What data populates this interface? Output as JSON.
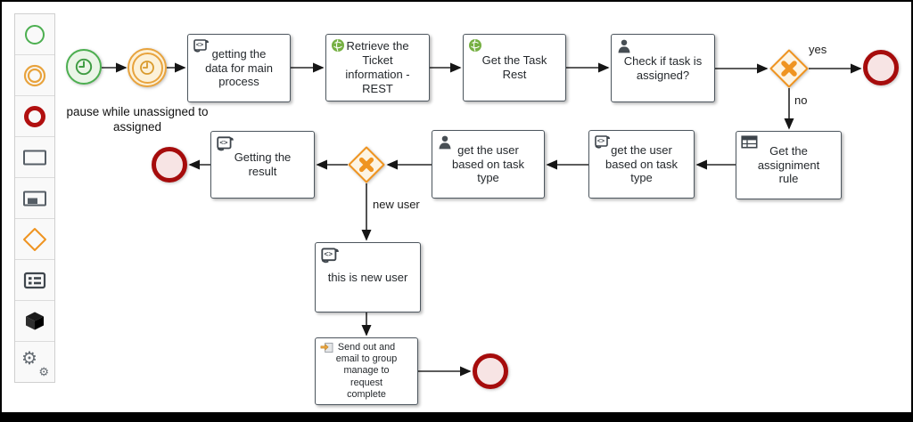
{
  "app": {
    "type": "bpmn-process-designer"
  },
  "palette": {
    "items": [
      {
        "icon": "start-event-icon"
      },
      {
        "icon": "intermediate-event-icon"
      },
      {
        "icon": "end-event-icon"
      },
      {
        "icon": "task-icon"
      },
      {
        "icon": "subprocess-icon"
      },
      {
        "icon": "gateway-icon"
      },
      {
        "icon": "form-grid-icon"
      },
      {
        "icon": "cube-icon"
      },
      {
        "icon": "gears-icon"
      }
    ]
  },
  "diagram": {
    "annotation": "pause while unassigned to assigned",
    "tasks": [
      {
        "label": "getting the data for main process",
        "icon": "script-icon"
      },
      {
        "label": "Retrieve the Ticket information -REST",
        "icon": "rest-icon"
      },
      {
        "label": "Get the Task Rest",
        "icon": "rest-icon"
      },
      {
        "label": "Check if task is assigned?",
        "icon": "user-icon"
      },
      {
        "label": "Get the assigniment rule",
        "icon": "business-rule-icon"
      },
      {
        "label": "get the user based on task type",
        "icon": "script-icon"
      },
      {
        "label": "get the user based on task type",
        "icon": "user-icon"
      },
      {
        "label": "Getting the result",
        "icon": "script-icon"
      },
      {
        "label": "this is new user",
        "icon": "script-icon"
      },
      {
        "label": "Send out and email to group manage to request complete",
        "icon": "send-icon"
      }
    ],
    "events": [
      {
        "type": "start-timer",
        "color": "#4caf50"
      },
      {
        "type": "intermediate-timer",
        "color": "#e8a33d"
      },
      {
        "type": "end",
        "color": "#a60c0c"
      },
      {
        "type": "end",
        "color": "#a60c0c"
      },
      {
        "type": "end",
        "color": "#a60c0c"
      }
    ],
    "gateways": [
      {
        "type": "exclusive-x",
        "color": "#ef9421"
      },
      {
        "type": "exclusive-x",
        "color": "#ef9421"
      }
    ],
    "edge_labels": {
      "yes": "yes",
      "no": "no",
      "new_user": "new user"
    },
    "colors": {
      "flow_line": "#262626",
      "task_border": "#4d565e"
    }
  }
}
